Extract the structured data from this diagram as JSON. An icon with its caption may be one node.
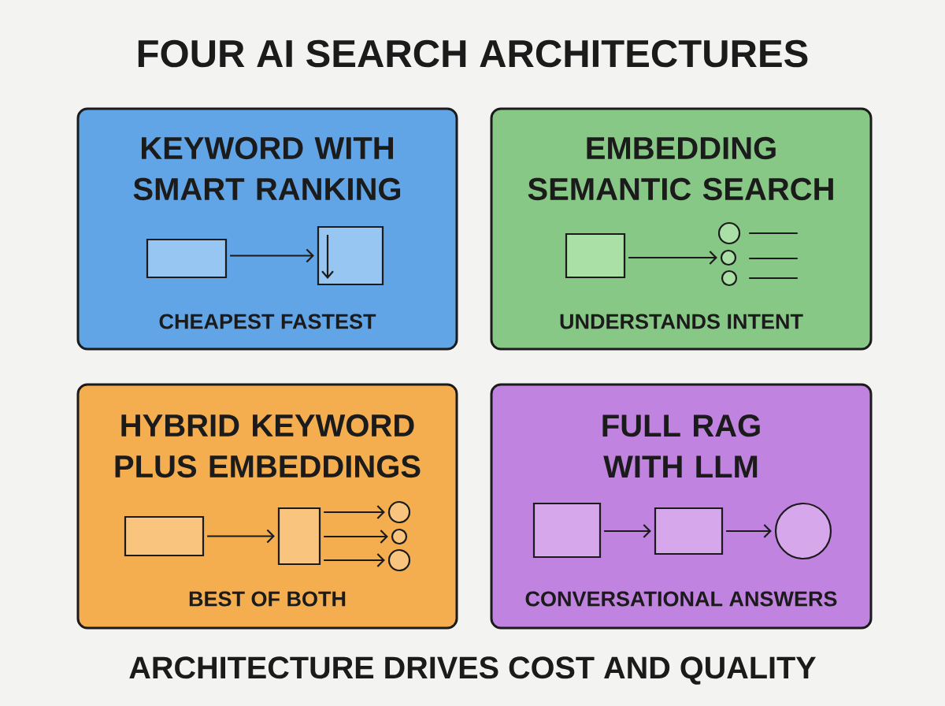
{
  "diagram": {
    "title": "FOUR AI SEARCH ARCHITECTURES",
    "caption": "ARCHITECTURE DRIVES COST AND QUALITY",
    "nodes": [
      {
        "text": [
          "KEYWORD WITH SMART RANKING",
          "CHEAPEST FASTEST"
        ]
      },
      {
        "text": [],
        "shape": "box",
        "in": 0
      },
      {
        "text": [],
        "shape": "box",
        "in": 0
      },
      {
        "text": [
          "EMBEDDING SEMANTIC SEARCH",
          "UNDERSTANDS INTENT"
        ]
      },
      {
        "text": [],
        "shape": "box",
        "in": 3
      },
      {
        "text": [],
        "shape": "circle",
        "in": 3
      },
      {
        "text": [],
        "shape": "circle",
        "in": 3
      },
      {
        "text": [],
        "shape": "circle",
        "in": 3
      },
      {
        "text": [
          "HYBRID KEYWORD PLUS EMBEDDINGS",
          "BEST OF BOTH"
        ]
      },
      {
        "text": [],
        "shape": "box",
        "in": 8
      },
      {
        "text": [],
        "shape": "box",
        "in": 8
      },
      {
        "text": [],
        "shape": "circle",
        "in": 8
      },
      {
        "text": [],
        "shape": "circle",
        "in": 8
      },
      {
        "text": [],
        "shape": "circle",
        "in": 8
      },
      {
        "text": [
          "FULL RAG WITH LLM",
          "CONVERSATIONAL ANSWERS"
        ]
      },
      {
        "text": [],
        "shape": "box",
        "in": 14
      },
      {
        "text": [],
        "shape": "box",
        "in": 14
      },
      {
        "text": [],
        "shape": "circle",
        "in": 14
      }
    ],
    "edges": [
      {
        "from": 1,
        "to": 2,
        "arrow": "to"
      },
      {
        "from": 4,
        "to": 6,
        "arrow": "to"
      },
      {
        "from": 9,
        "to": 10,
        "arrow": "to"
      },
      {
        "from": 10,
        "to": 11,
        "arrow": "to"
      },
      {
        "from": 10,
        "to": 12,
        "arrow": "to"
      },
      {
        "from": 10,
        "to": 13,
        "arrow": "to"
      },
      {
        "from": 15,
        "to": 16,
        "arrow": "to"
      },
      {
        "from": 16,
        "to": 17,
        "arrow": "to"
      }
    ]
  }
}
